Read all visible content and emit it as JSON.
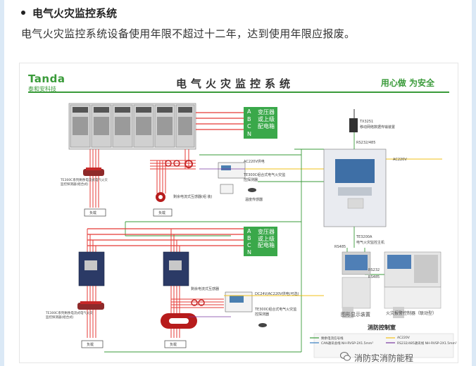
{
  "heading": "电气火灾监控系统",
  "paragraph": "电气火灾监控系统设备使用年限不超过十二年，达到使用年限应报废。",
  "diagram": {
    "logo_main": "Tanda",
    "logo_sub": "泰和安科技",
    "title": "电气火灾监控系统",
    "slogan": "用心做 为安全",
    "phase_letters": [
      "A",
      "B",
      "C",
      "N"
    ],
    "transformer_label": "变压器或上级配电箱",
    "load_label": "负载",
    "ac220_label": "AC220V供电",
    "dc24_label": "DC24V/AC220V供电(可选)",
    "ac220_right": "AC220V",
    "host_model": "TE3200A",
    "host_desc": "电气火灾监控主机",
    "modem_model": "TX3251",
    "modem_desc": "移动网络数据传输装置",
    "rs_label": "RS232/485",
    "rs485_a": "RS485",
    "rs485_b": "RS485",
    "rs232": "RS232",
    "display_label": "图形显示装置",
    "alarm_label": "火灾报警控制器（联动型）",
    "control_room": "消防控制室",
    "sensor_top": "TE300C系列剩余电流式电气火灾监控探测器(组合式)",
    "sensor_mid": "TE300C组合式电气火灾监控探测器",
    "sensor_temp": "温度传感器",
    "sensor_current": "剩余电流式互感器(组 装)",
    "sensor_ct_desc": "剩余电流式互感器",
    "legend": [
      "剩余电流信号线",
      "CAN通讯总线 NH-RVSP-2X1.5mm²",
      "RS232/485通讯线 NH-RVSP-2X1.5mm²",
      "AC220V"
    ],
    "watermark": "消防实消防能程"
  }
}
